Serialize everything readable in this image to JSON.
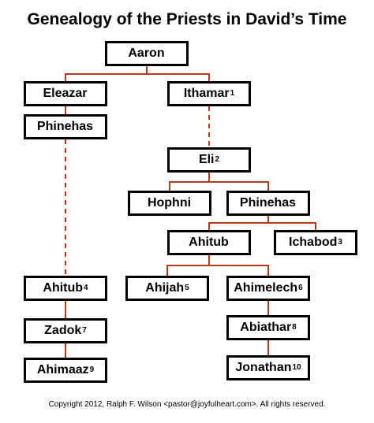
{
  "title": "Genealogy of the Priests in David’s Time",
  "nodes": {
    "aaron": {
      "name": "Aaron",
      "note": ""
    },
    "eleazar": {
      "name": "Eleazar",
      "note": ""
    },
    "ithamar": {
      "name": "Ithamar",
      "note": "1"
    },
    "phinehas_1": {
      "name": "Phinehas",
      "note": ""
    },
    "eli": {
      "name": "Eli",
      "note": "2"
    },
    "hophni": {
      "name": "Hophni",
      "note": ""
    },
    "phinehas_2": {
      "name": "Phinehas",
      "note": ""
    },
    "ahitub_1": {
      "name": "Ahitub",
      "note": ""
    },
    "ichabod": {
      "name": "Ichabod",
      "note": "3"
    },
    "ahitub_2": {
      "name": "Ahitub",
      "note": "4"
    },
    "ahijah": {
      "name": "Ahijah",
      "note": "5"
    },
    "ahimelech": {
      "name": "Ahimelech",
      "note": "6"
    },
    "zadok": {
      "name": "Zadok",
      "note": "7"
    },
    "abiathar": {
      "name": "Abiathar",
      "note": "8"
    },
    "ahimaaz": {
      "name": "Ahimaaz",
      "note": "9"
    },
    "jonathan": {
      "name": "Jonathan",
      "note": "10"
    }
  },
  "edges": [
    {
      "from": "aaron",
      "to": "eleazar",
      "style": "solid"
    },
    {
      "from": "aaron",
      "to": "ithamar",
      "style": "solid"
    },
    {
      "from": "eleazar",
      "to": "phinehas_1",
      "style": "solid"
    },
    {
      "from": "phinehas_1",
      "to": "ahitub_2",
      "style": "dashed"
    },
    {
      "from": "ahitub_2",
      "to": "zadok",
      "style": "solid"
    },
    {
      "from": "zadok",
      "to": "ahimaaz",
      "style": "solid"
    },
    {
      "from": "ithamar",
      "to": "eli",
      "style": "dashed"
    },
    {
      "from": "eli",
      "to": "hophni",
      "style": "solid"
    },
    {
      "from": "eli",
      "to": "phinehas_2",
      "style": "solid"
    },
    {
      "from": "phinehas_2",
      "to": "ahitub_1",
      "style": "solid"
    },
    {
      "from": "phinehas_2",
      "to": "ichabod",
      "style": "solid"
    },
    {
      "from": "ahitub_1",
      "to": "ahijah",
      "style": "solid"
    },
    {
      "from": "ahitub_1",
      "to": "ahimelech",
      "style": "solid"
    },
    {
      "from": "ahimelech",
      "to": "abiathar",
      "style": "solid"
    },
    {
      "from": "abiathar",
      "to": "jonathan",
      "style": "solid"
    }
  ],
  "copyright": "Copyright 2012, Ralph F. Wilson <pastor@joyfulheart.com>. All rights reserved."
}
